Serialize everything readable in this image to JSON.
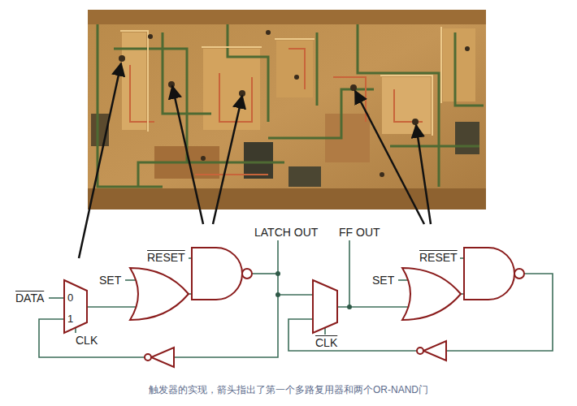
{
  "diagram": {
    "caption": "触发器的实现，箭头指出了第一个多路复用器和两个OR-NAND门",
    "nodes": [
      {
        "text": [
          "0",
          "1"
        ]
      }
    ],
    "labels": [
      "LATCH OUT",
      "FF OUT",
      "RESET",
      "SET",
      "DATA",
      "CLK",
      "RESET",
      "SET",
      "CLK"
    ]
  }
}
